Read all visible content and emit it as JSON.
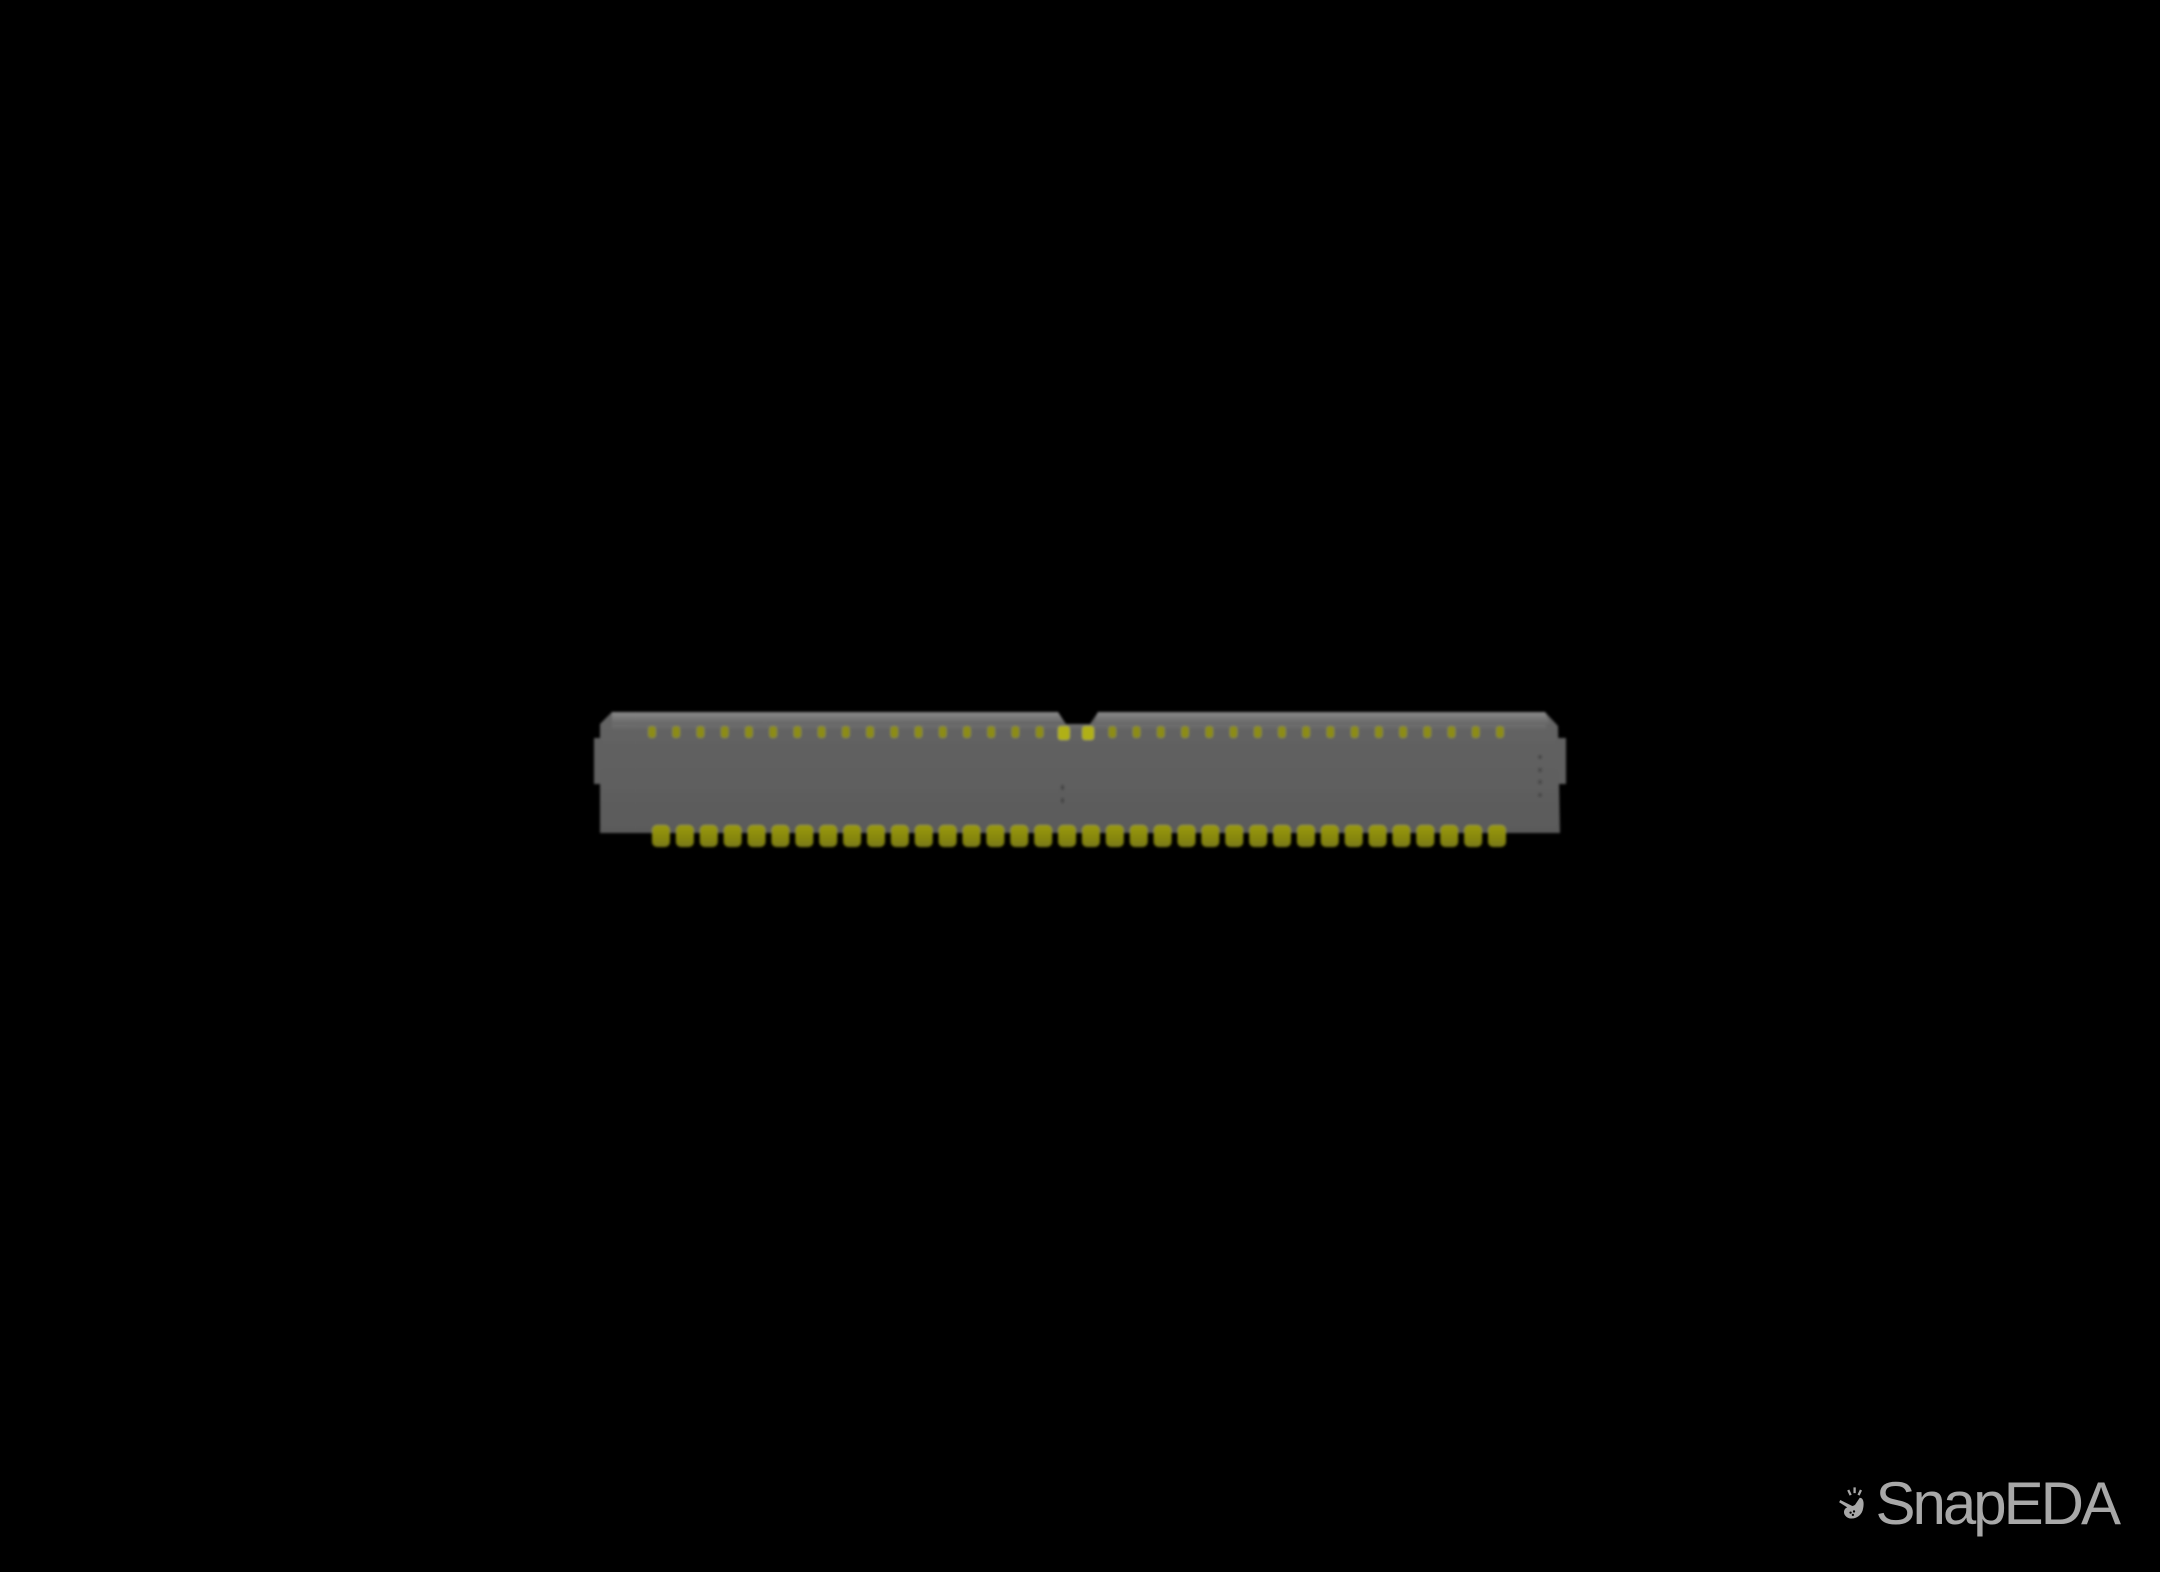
{
  "viewer": {
    "background": "#000000",
    "subject": "board-to-board connector 3D render"
  },
  "model": {
    "body_color": "#5f5f5f",
    "body_highlight": "#7a7a7a",
    "pin_color": "#8a8a14",
    "top_pin_count": 36,
    "bottom_pin_count": 36
  },
  "watermark": {
    "brand": "SnapEDA",
    "color": "#a8a8a8"
  }
}
